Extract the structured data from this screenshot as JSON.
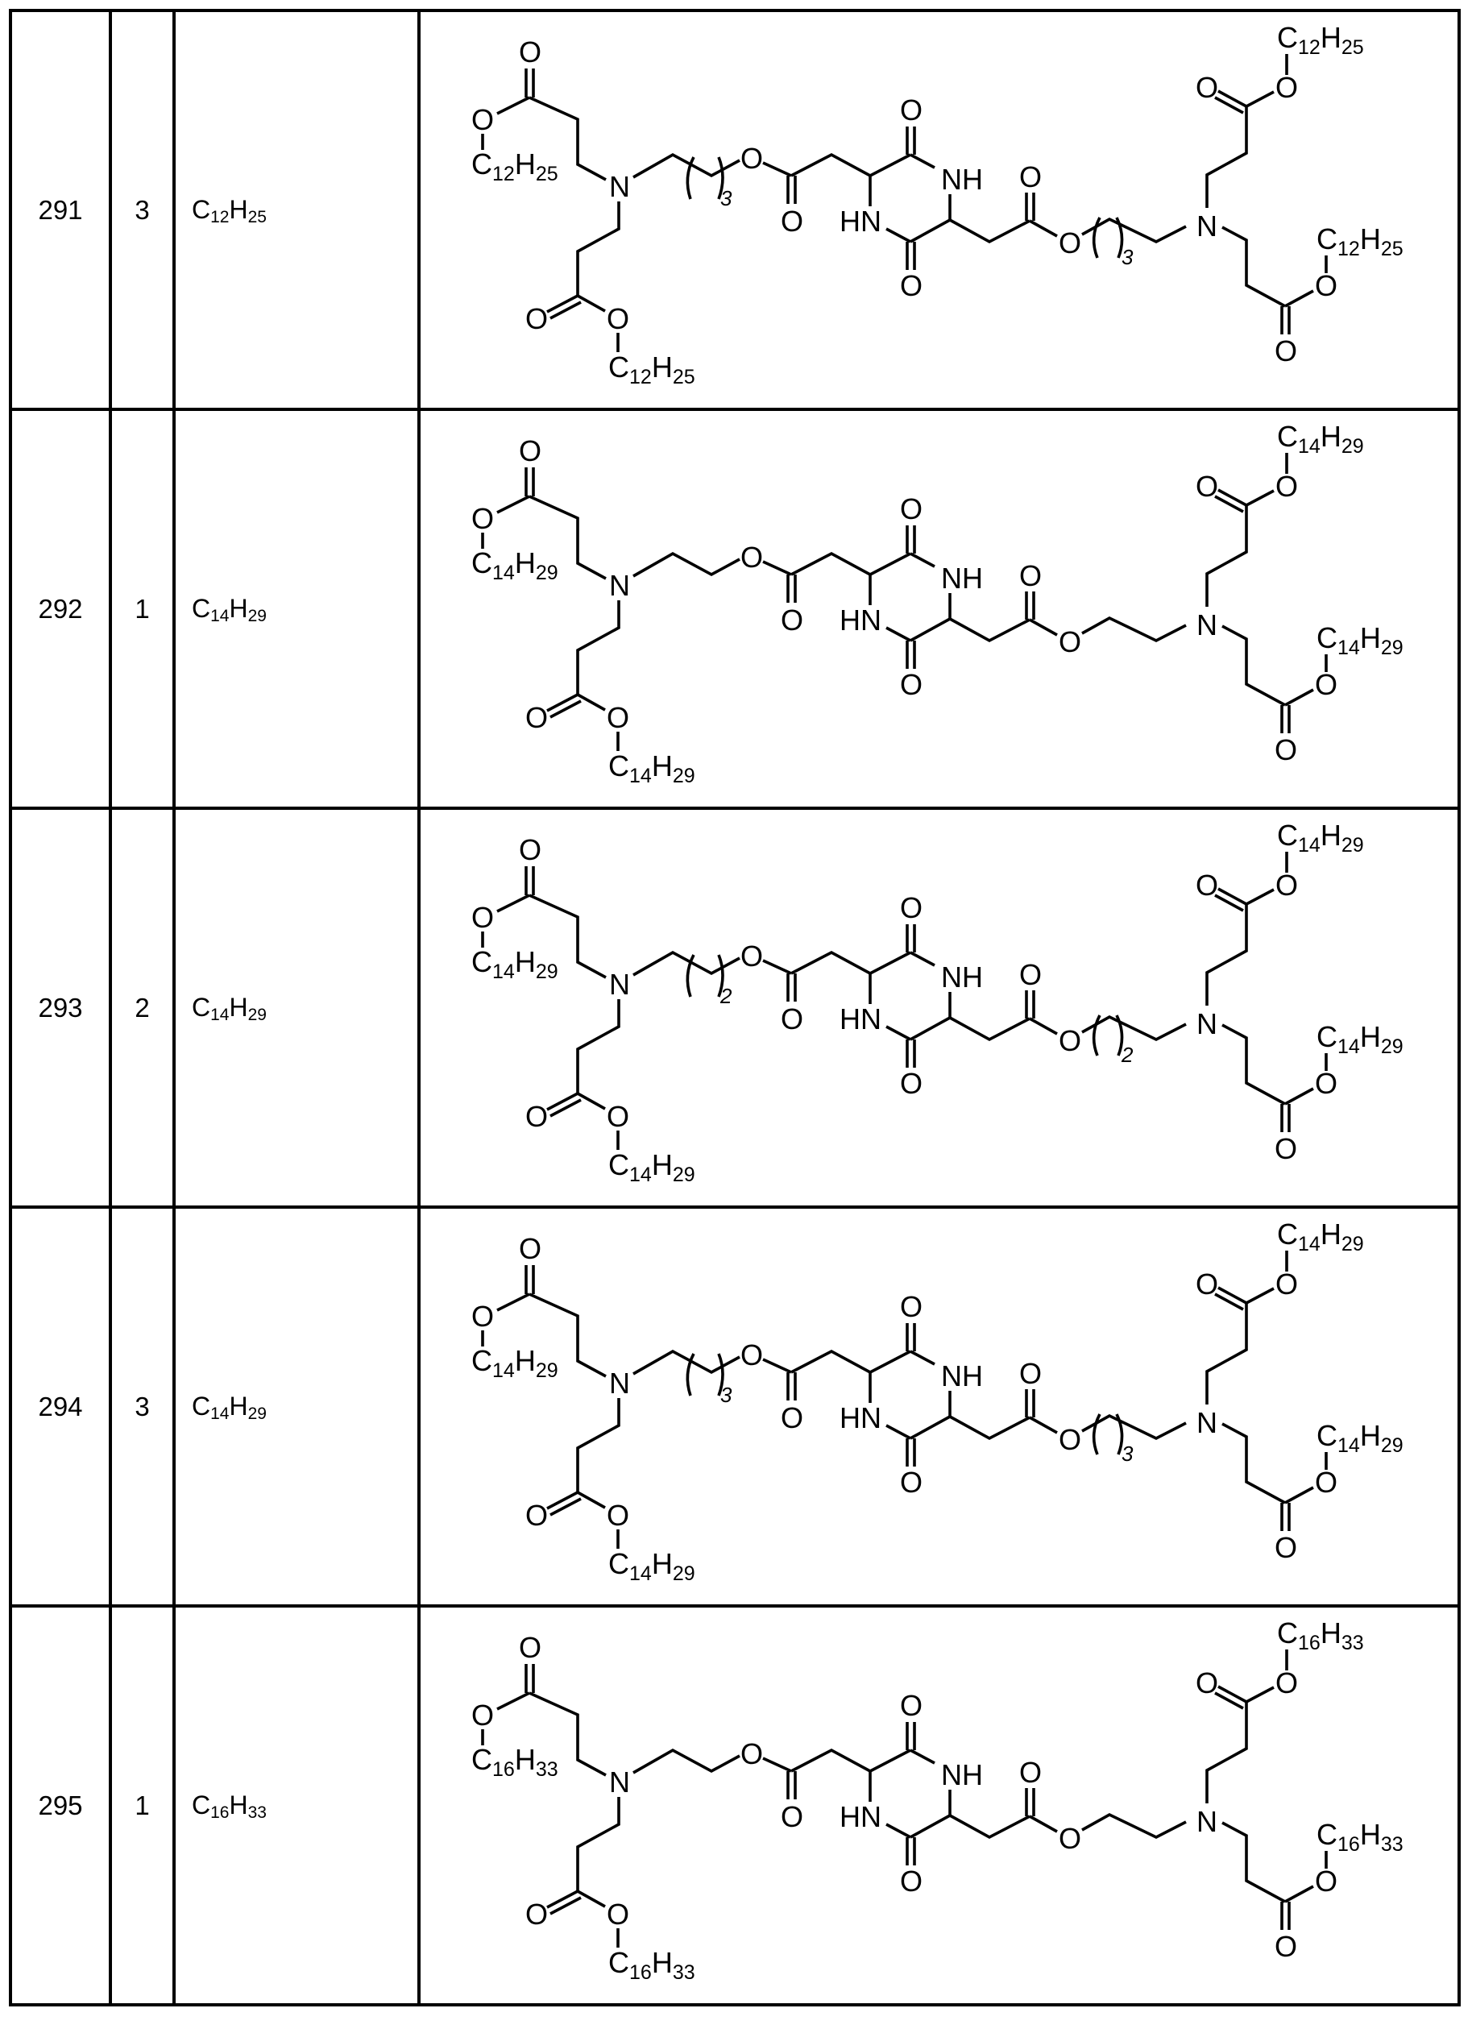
{
  "table": {
    "rows": [
      {
        "compound": "291",
        "n": "3",
        "r": {
          "c": "C",
          "c_sub": "12",
          "h": "H",
          "h_sub": "25"
        },
        "structure": {
          "linker_subscript": "3",
          "r_label": {
            "c": "C",
            "c_sub": "12",
            "h": "H",
            "h_sub": "25"
          },
          "atoms": {
            "ester_o": "O",
            "carbonyl_o": "O",
            "amine_n": "N",
            "ring_nh": "NH",
            "ring_hn": "HN"
          }
        }
      },
      {
        "compound": "292",
        "n": "1",
        "r": {
          "c": "C",
          "c_sub": "14",
          "h": "H",
          "h_sub": "29"
        },
        "structure": {
          "linker_subscript": "",
          "r_label": {
            "c": "C",
            "c_sub": "14",
            "h": "H",
            "h_sub": "29"
          },
          "atoms": {
            "ester_o": "O",
            "carbonyl_o": "O",
            "amine_n": "N",
            "ring_nh": "NH",
            "ring_hn": "HN"
          }
        }
      },
      {
        "compound": "293",
        "n": "2",
        "r": {
          "c": "C",
          "c_sub": "14",
          "h": "H",
          "h_sub": "29"
        },
        "structure": {
          "linker_subscript": "2",
          "r_label": {
            "c": "C",
            "c_sub": "14",
            "h": "H",
            "h_sub": "29"
          },
          "atoms": {
            "ester_o": "O",
            "carbonyl_o": "O",
            "amine_n": "N",
            "ring_nh": "NH",
            "ring_hn": "HN"
          }
        }
      },
      {
        "compound": "294",
        "n": "3",
        "r": {
          "c": "C",
          "c_sub": "14",
          "h": "H",
          "h_sub": "29"
        },
        "structure": {
          "linker_subscript": "3",
          "r_label": {
            "c": "C",
            "c_sub": "14",
            "h": "H",
            "h_sub": "29"
          },
          "atoms": {
            "ester_o": "O",
            "carbonyl_o": "O",
            "amine_n": "N",
            "ring_nh": "NH",
            "ring_hn": "HN"
          }
        }
      },
      {
        "compound": "295",
        "n": "1",
        "r": {
          "c": "C",
          "c_sub": "16",
          "h": "H",
          "h_sub": "33"
        },
        "structure": {
          "linker_subscript": "",
          "r_label": {
            "c": "C",
            "c_sub": "16",
            "h": "H",
            "h_sub": "33"
          },
          "atoms": {
            "ester_o": "O",
            "carbonyl_o": "O",
            "amine_n": "N",
            "ring_nh": "NH",
            "ring_hn": "HN"
          }
        }
      }
    ]
  },
  "colors": {
    "line": "#000000",
    "background": "#ffffff"
  }
}
